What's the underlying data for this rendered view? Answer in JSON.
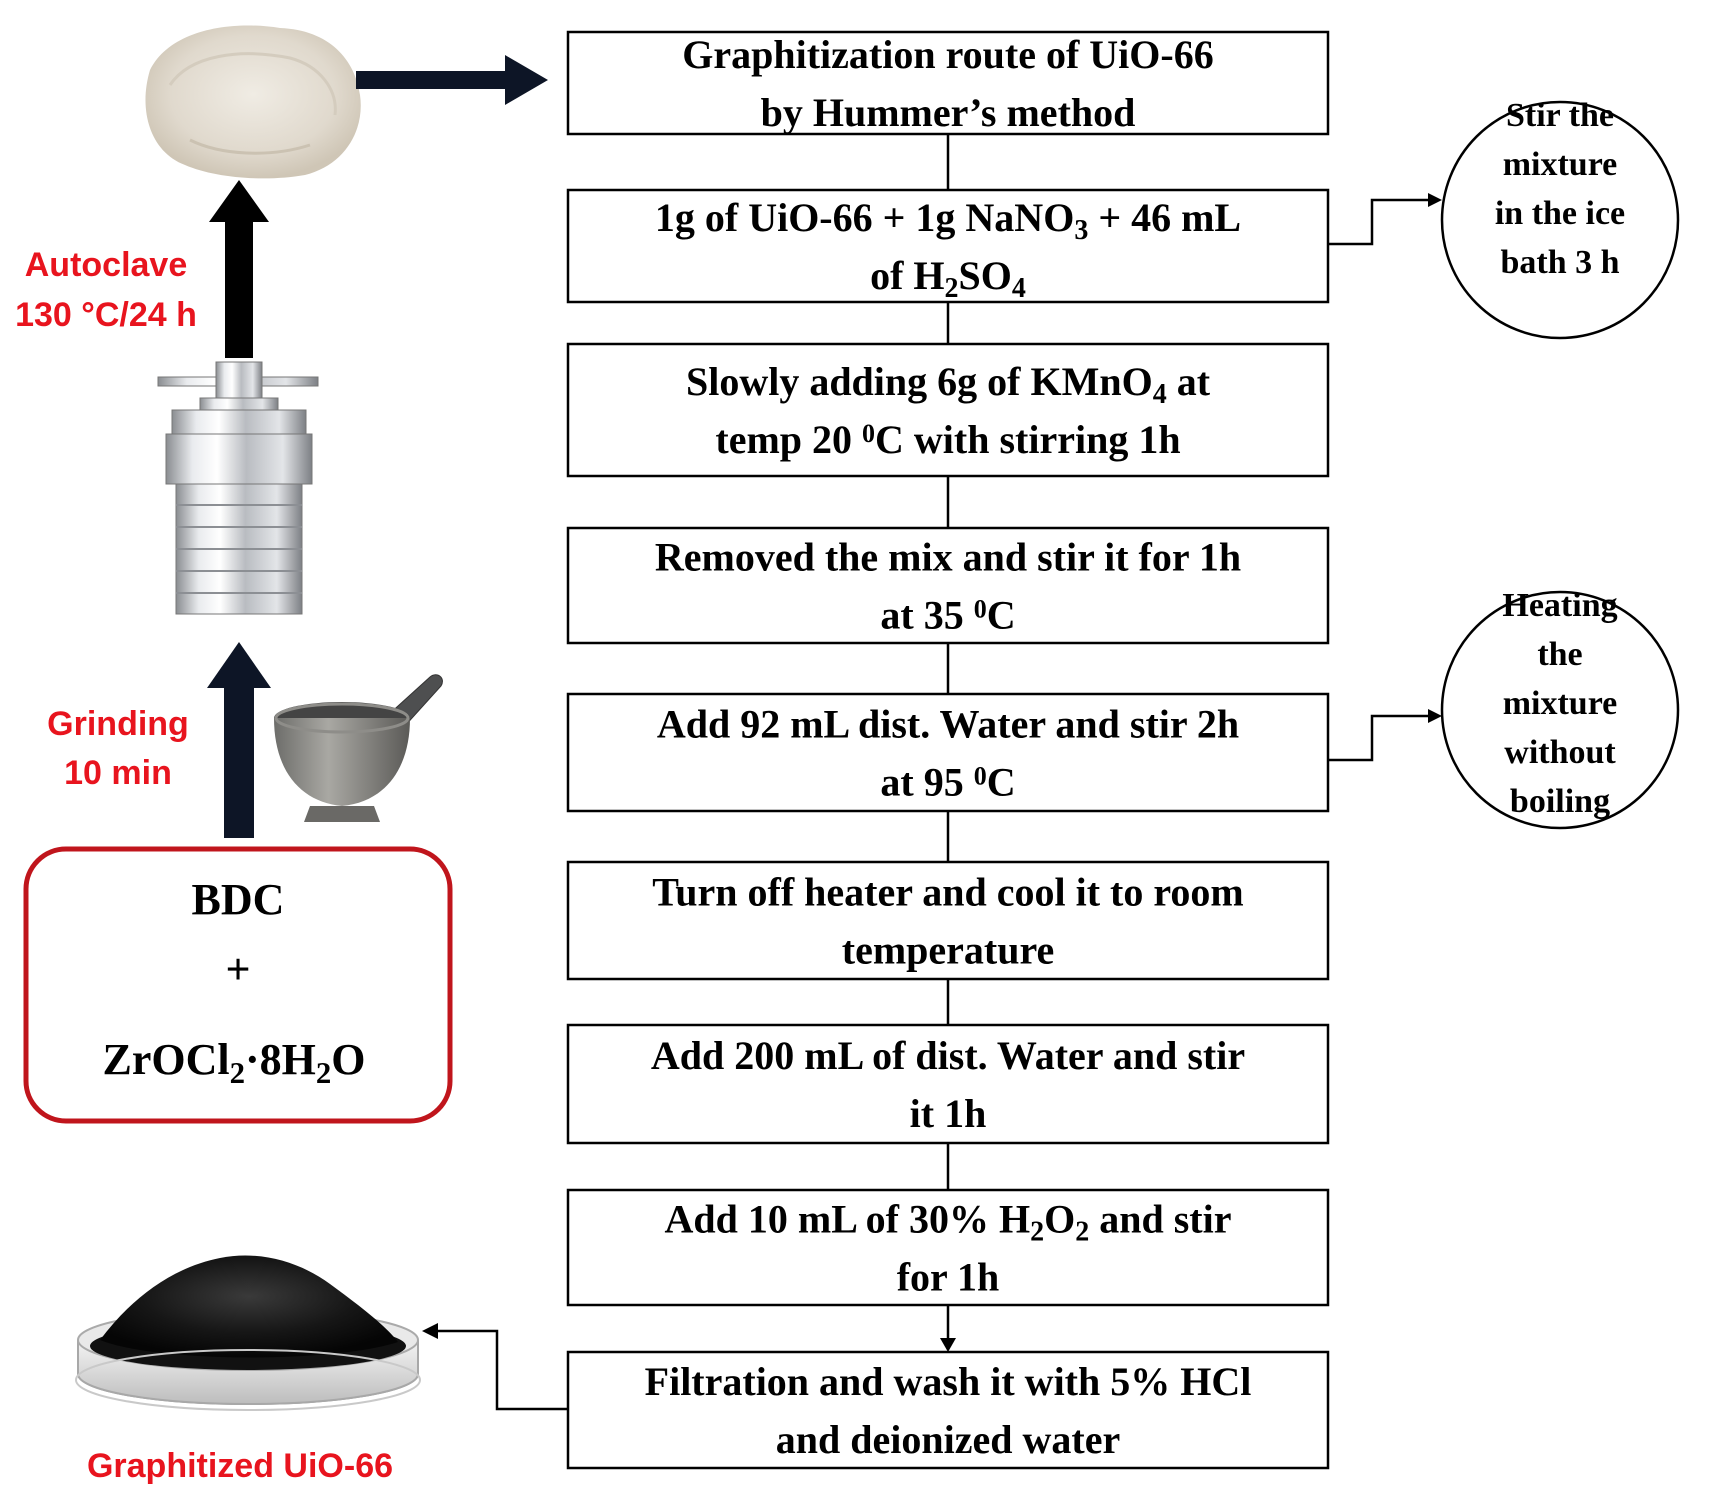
{
  "steps": [
    {
      "lines": [
        [
          "Graphitization route of UiO-66"
        ],
        [
          "by Hummer’s method"
        ]
      ]
    },
    {
      "lines": [
        [
          "1g of UiO-66 + 1g NaNO",
          {
            "sub": "3"
          },
          " + 46 mL"
        ],
        [
          "of H",
          {
            "sub": "2"
          },
          "SO",
          {
            "sub": "4"
          }
        ]
      ]
    },
    {
      "lines": [
        [
          "Slowly adding 6g of KMnO",
          {
            "sub": "4"
          },
          " at"
        ],
        [
          "temp 20 ",
          {
            "sup": "0"
          },
          "C with stirring 1h"
        ]
      ]
    },
    {
      "lines": [
        [
          "Removed the mix and stir it for 1h"
        ],
        [
          "at 35 ",
          {
            "sup": "0"
          },
          "C"
        ]
      ]
    },
    {
      "lines": [
        [
          "Add 92 mL dist. Water and stir 2h"
        ],
        [
          "at 95 ",
          {
            "sup": "0"
          },
          "C"
        ]
      ]
    },
    {
      "lines": [
        [
          "Turn off heater and cool it to room"
        ],
        [
          "temperature"
        ]
      ]
    },
    {
      "lines": [
        [
          "Add 200 mL of dist. Water and stir"
        ],
        [
          "it 1h"
        ]
      ]
    },
    {
      "lines": [
        [
          "Add 10 mL of 30% H",
          {
            "sub": "2"
          },
          "O",
          {
            "sub": "2"
          },
          " and stir"
        ],
        [
          "for 1h"
        ]
      ]
    },
    {
      "lines": [
        [
          "Filtration and wash it with 5% HCl"
        ],
        [
          "and deionized water"
        ]
      ]
    }
  ],
  "side_notes": [
    {
      "attached_to_step": 2,
      "lines": [
        "Stir the",
        "mixture",
        "in the ice",
        "bath 3 h"
      ]
    },
    {
      "attached_to_step": 5,
      "lines": [
        "Heating",
        "the",
        "mixture",
        "without",
        "boiling"
      ]
    }
  ],
  "left_labels": {
    "autoclave": [
      "Autoclave",
      "130 °C/24 h"
    ],
    "grinding": [
      "Grinding",
      "10 min"
    ],
    "product": "Graphitized UiO-66"
  },
  "precursor_box": {
    "line1": "BDC",
    "line2": "+",
    "line3": [
      "ZrOCl",
      {
        "sub": "2"
      },
      "·8H",
      {
        "sub": "2"
      },
      "O"
    ]
  },
  "colors": {
    "red_label": "#e8141e",
    "precursor_border": "#c0151c",
    "arrow_dark": "#0d1526"
  },
  "icons": [
    "white-powder-image",
    "autoclave-image",
    "mortar-pestle-image",
    "black-powder-dish-image"
  ]
}
